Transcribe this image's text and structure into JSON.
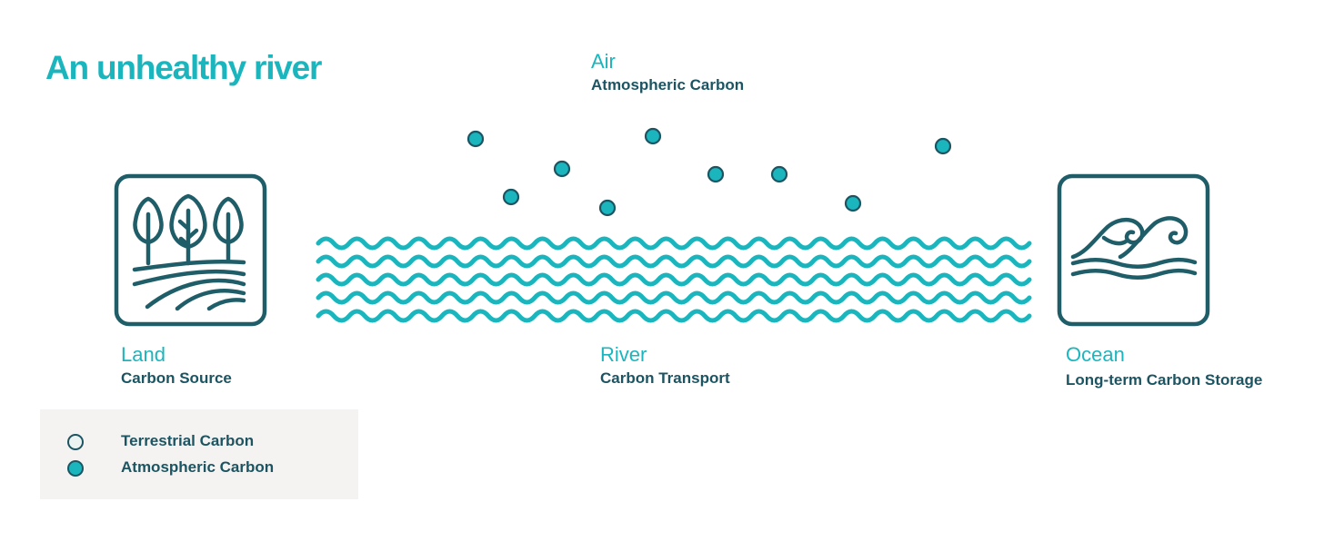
{
  "title": "An unhealthy river",
  "zones": {
    "air": {
      "label": "Air",
      "sublabel": "Atmospheric Carbon"
    },
    "land": {
      "label": "Land",
      "sublabel": "Carbon Source",
      "icon": "trees-field-icon"
    },
    "river": {
      "label": "River",
      "sublabel": "Carbon Transport"
    },
    "ocean": {
      "label": "Ocean",
      "sublabel": "Long-term Carbon Storage",
      "icon": "ocean-wave-icon"
    }
  },
  "legend": [
    {
      "label": "Terrestrial Carbon",
      "color": "#eaf3f1"
    },
    {
      "label": "Atmospheric Carbon",
      "color": "#1bb5bd"
    }
  ],
  "colors": {
    "accent": "#1bb5bd",
    "dark": "#1c5462",
    "icon_stroke": "#1f5e68",
    "legend_bg": "#f4f3f1"
  }
}
